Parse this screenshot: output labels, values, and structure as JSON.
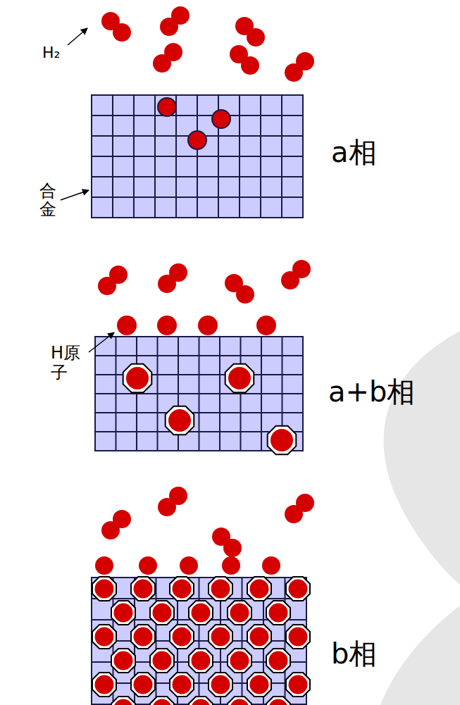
{
  "diagram": {
    "labels": [
      "H₂",
      "合金",
      "H原子",
      "a相",
      "a+b相",
      "b相"
    ]
  }
}
